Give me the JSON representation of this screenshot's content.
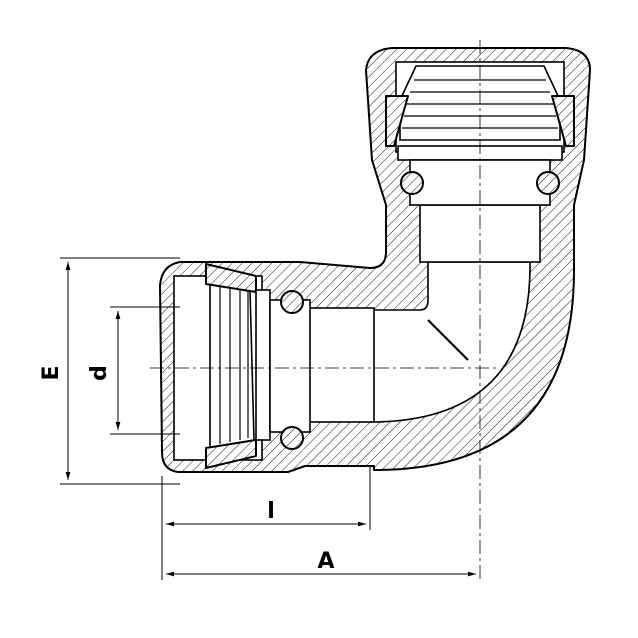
{
  "dimensions": {
    "E": "E",
    "d": "d",
    "l": "l",
    "A": "A"
  },
  "colors": {
    "line": "#000000",
    "background": "#ffffff"
  }
}
